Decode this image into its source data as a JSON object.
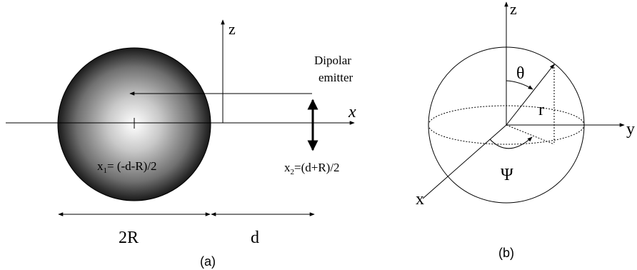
{
  "panel_a": {
    "caption": "(a)",
    "axis_z": "z",
    "axis_x": "x",
    "emitter_line1": "Dipolar",
    "emitter_line2": "emitter",
    "x1_prefix": "x",
    "x1_sub": "1",
    "x1_suffix": "= (-d-R)/2",
    "x2_prefix": "x",
    "x2_sub": "2",
    "x2_suffix": "=(d+R)/2",
    "dim_2r": "2R",
    "dim_d": "d"
  },
  "panel_b": {
    "caption": "(b)",
    "axis_z": "z",
    "axis_y": "y",
    "axis_x": "x",
    "theta": "θ",
    "r": "r",
    "psi": "Ψ"
  },
  "colors": {
    "sphere_center": "#ffffff",
    "sphere_edge": "#1a1a1a",
    "line": "#000000"
  }
}
